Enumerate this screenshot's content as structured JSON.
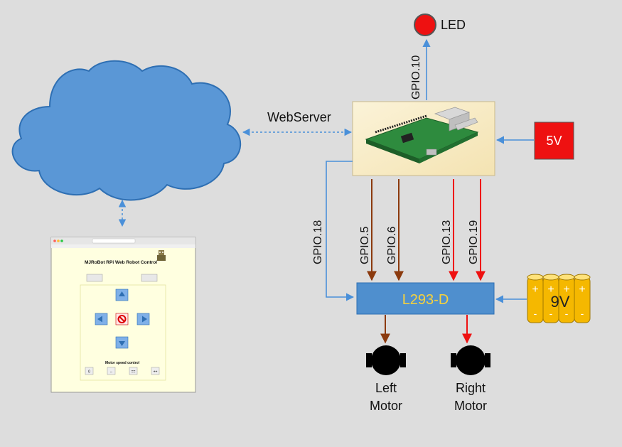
{
  "led": {
    "label": "LED",
    "color": "#ee1111"
  },
  "gpio_led": "GPIO.10",
  "webserver_label": "WebServer",
  "power_5v": {
    "label": "5V",
    "color": "#ee1111"
  },
  "gpio_pins": {
    "gpio18": "GPIO.18",
    "gpio5": "GPIO.5",
    "gpio6": "GPIO.6",
    "gpio13": "GPIO.13",
    "gpio19": "GPIO.19"
  },
  "driver": {
    "label": "L293-D",
    "fill": "#4f8fce",
    "text_color": "#f7d23c"
  },
  "battery": {
    "label": "9V",
    "cell_color": "#f5b800",
    "plus": "+",
    "minus": "-"
  },
  "motors": {
    "left": {
      "line1": "Left",
      "line2": "Motor"
    },
    "right": {
      "line1": "Right",
      "line2": "Motor"
    }
  },
  "wire_colors": {
    "brown": "#8b3a0e",
    "red": "#ee1111",
    "blue": "#4a90d9"
  },
  "cloud_color": "#5a97d6",
  "browser": {
    "page_title": "MJRoBot RPi Web Robot Control",
    "speed_label": "Motor speed control",
    "speed_buttons": [
      "0",
      "--",
      "==",
      "++"
    ]
  }
}
